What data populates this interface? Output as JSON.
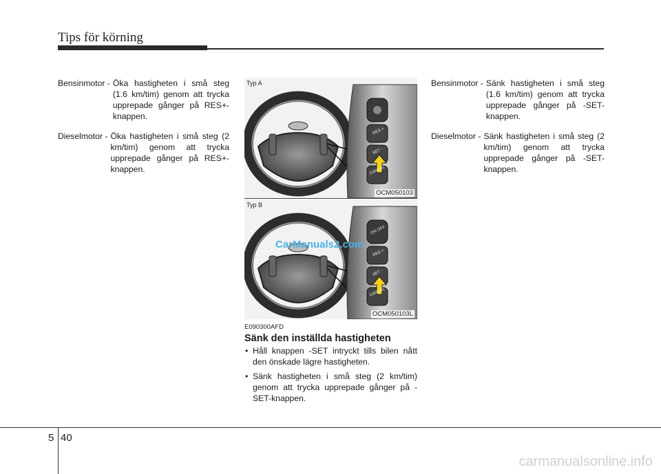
{
  "header": {
    "title": "Tips för körning"
  },
  "left_column": [
    {
      "term": "Bensinmotor -",
      "desc": "Öka hastigheten i små steg (1.6 km/tim) genom att trycka upprepade gånger på RES+-knappen."
    },
    {
      "term": "Dieselmotor -",
      "desc": "Öka hastigheten i små steg (2 km/tim) genom att trycka upprepade gånger på RES+-knappen."
    }
  ],
  "right_column": [
    {
      "term": "Bensinmotor -",
      "desc": "Sänk hastigheten i små steg (1.6 km/tim) genom att trycka upprepade gånger på -SET-knappen."
    },
    {
      "term": "Dieselmotor -",
      "desc": "Sänk hastigheten i små steg (2 km/tim) genom att trycka upprepade gånger på -SET-knappen."
    }
  ],
  "figures": [
    {
      "label": "Typ A",
      "code": "OCM050103",
      "buttons": [
        "",
        "RES +",
        "SET -",
        "CANCEL"
      ]
    },
    {
      "label": "Typ B",
      "code": "OCM050103L",
      "buttons": [
        "ON OFF",
        "RES +",
        "SET -",
        "CANCEL"
      ]
    }
  ],
  "watermark": "CarManuals2.com",
  "section": {
    "code": "E090300AFD",
    "title": "Sänk den inställda hastigheten",
    "bullets": [
      "Håll knappen -SET intryckt tills bilen nått den önskade lägre hastigheten.",
      "Sänk hastigheten i små steg (2 km/tim) genom att trycka upprepade gånger på -SET-knappen."
    ]
  },
  "footer": {
    "chapter": "5",
    "page": "40",
    "site": "carmanualsonline.info"
  },
  "colors": {
    "ink": "#2a2a2a",
    "arrow": "#f2d21a",
    "watermark": "#4fb0e3"
  }
}
